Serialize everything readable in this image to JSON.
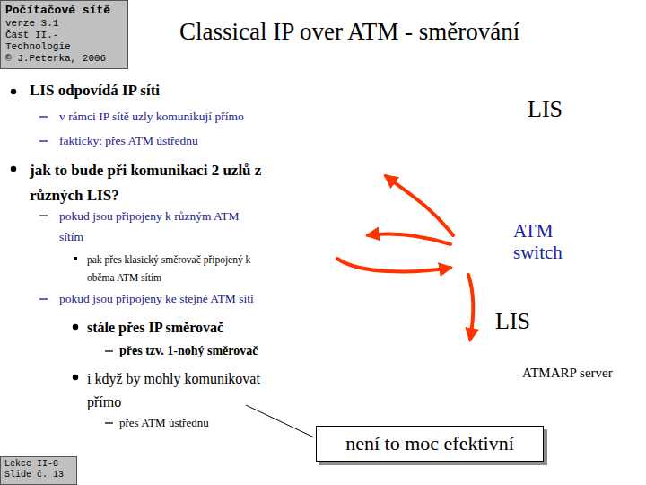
{
  "diagram": {
    "title": "Classical IP over ATM - směrování",
    "nodes": [
      {
        "text": [
          "Počítačové sítě",
          "verze 3.1",
          "Část II.-Technologie",
          "© J.Peterka, 2006"
        ]
      },
      {
        "text": [
          "LIS"
        ]
      },
      {
        "text": [
          "ATM switch"
        ]
      },
      {
        "text": [
          "LIS"
        ]
      },
      {
        "text": [
          "ATMARP server"
        ],
        "in": 3
      },
      {
        "text": [
          "není to moc efektivní"
        ]
      },
      {
        "text": [
          "Lekce II-8",
          "Slide č. 13"
        ]
      }
    ],
    "labels": [
      "LIS odpovídá IP síti",
      "v rámci IP sítě uzly komunikují přímo",
      "fakticky: přes ATM ústřednu",
      "jak to bude při komunikaci 2 uzlů z různých LIS?",
      "pokud jsou připojeny k různým ATM sítím",
      "pak přes klasický směrovač připojený k oběma ATM sítím",
      "pokud jsou připojeny ke stejné ATM síti",
      "stále přes IP směrovač",
      "přes tzv. 1-nohý směrovač",
      "i když by mohly komunikovat přímo",
      "přes ATM ústřednu"
    ]
  }
}
